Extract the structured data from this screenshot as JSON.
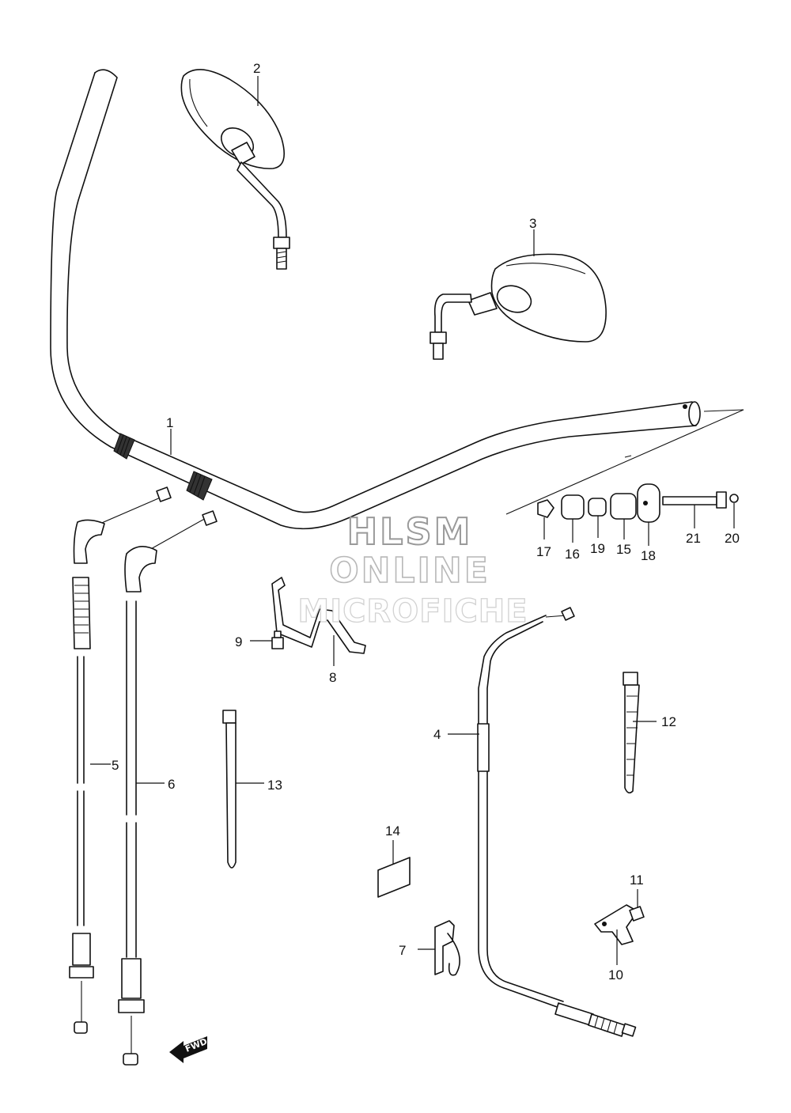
{
  "watermark": {
    "line1": "HLSM",
    "line2": "ONLINE",
    "line3": "MICROFICHE"
  },
  "fwd_label": "FWD",
  "parts": [
    {
      "id": "p1",
      "number": "1"
    },
    {
      "id": "p2",
      "number": "2"
    },
    {
      "id": "p3",
      "number": "3"
    },
    {
      "id": "p4",
      "number": "4"
    },
    {
      "id": "p5",
      "number": "5"
    },
    {
      "id": "p6",
      "number": "6"
    },
    {
      "id": "p7",
      "number": "7"
    },
    {
      "id": "p8",
      "number": "8"
    },
    {
      "id": "p9",
      "number": "9"
    },
    {
      "id": "p10",
      "number": "10"
    },
    {
      "id": "p11",
      "number": "11"
    },
    {
      "id": "p12",
      "number": "12"
    },
    {
      "id": "p13",
      "number": "13"
    },
    {
      "id": "p14",
      "number": "14"
    },
    {
      "id": "p15",
      "number": "15"
    },
    {
      "id": "p16",
      "number": "16"
    },
    {
      "id": "p17",
      "number": "17"
    },
    {
      "id": "p18",
      "number": "18"
    },
    {
      "id": "p19",
      "number": "19"
    },
    {
      "id": "p20",
      "number": "20"
    },
    {
      "id": "p21",
      "number": "21"
    }
  ]
}
